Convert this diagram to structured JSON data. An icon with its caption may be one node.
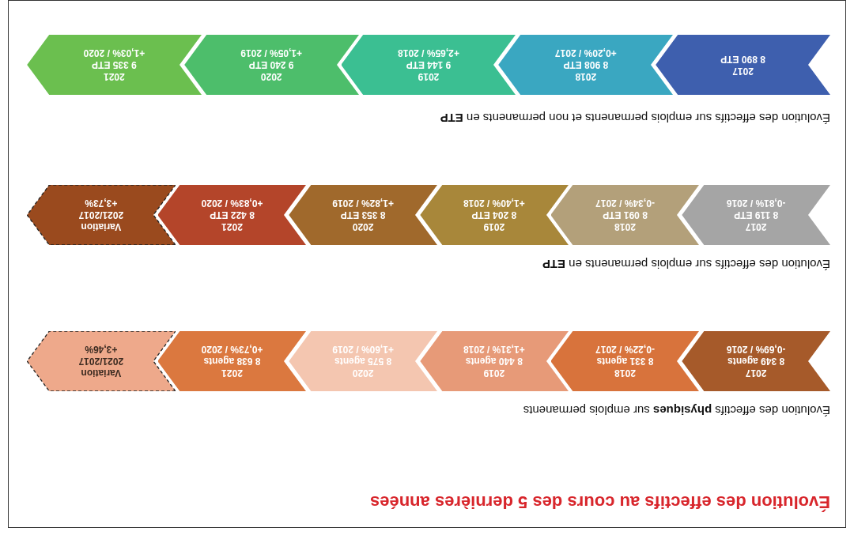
{
  "diagram": {
    "title": "Évolution des effectifs au cours des 5 dernières années",
    "nodes": [
      {
        "text": [
          "2017",
          "8 349 agents",
          "-0,69% / 2016"
        ]
      },
      {
        "text": [
          "2018",
          "8 331 agents",
          "-0,22% / 2017"
        ]
      },
      {
        "text": [
          "2019",
          "8 440 agents",
          "+1,31% / 2018"
        ]
      },
      {
        "text": [
          "2020",
          "8 575 agents",
          "+1,60% / 2019"
        ]
      },
      {
        "text": [
          "2021",
          "8 638 agents",
          "+0,73% / 2020"
        ]
      },
      {
        "text": [
          "Variation 2021/2017",
          "+3,46%"
        ]
      },
      {
        "text": [
          "2017",
          "8 119 ETP",
          "-0,81% / 2016"
        ]
      },
      {
        "text": [
          "2018",
          "8 091 ETP",
          "-0,34% / 2017"
        ]
      },
      {
        "text": [
          "2019",
          "8 204 ETP",
          "+1,40% / 2018"
        ]
      },
      {
        "text": [
          "2020",
          "8 353 ETP",
          "+1,82% / 2019"
        ]
      },
      {
        "text": [
          "2021",
          "8 422 ETP",
          "+0,83% / 2020"
        ]
      },
      {
        "text": [
          "Variation 2021/2017",
          "+3,73%"
        ]
      },
      {
        "text": [
          "2017",
          "8 890 ETP"
        ]
      },
      {
        "text": [
          "2018",
          "8 908 ETP",
          "+0,20% / 2017"
        ]
      },
      {
        "text": [
          "2019",
          "9 144 ETP",
          "+2,65% / 2018"
        ]
      },
      {
        "text": [
          "2020",
          "9 240 ETP",
          "+1,05% / 2019"
        ]
      },
      {
        "text": [
          "2021",
          "9 335 ETP",
          "+1,03% / 2020"
        ]
      }
    ],
    "labels": [
      "Évolution des effectifs **physiques** sur emplois permanents",
      "Évolution des effectifs sur emplois permanents en **ETP**",
      "Évolution des effectifs sur emplois permanents et non permanents en **ETP**"
    ]
  }
}
